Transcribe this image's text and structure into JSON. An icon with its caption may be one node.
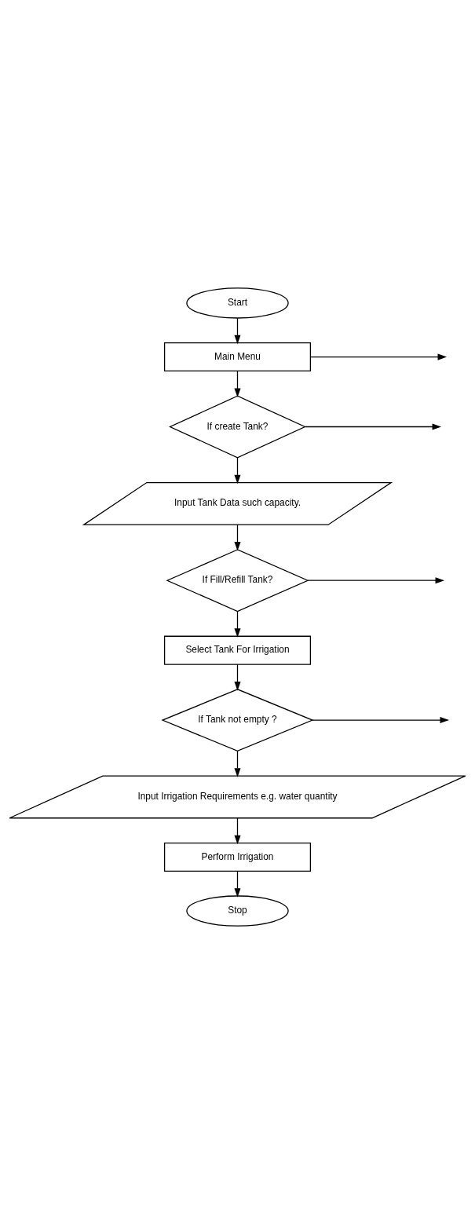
{
  "diagram": {
    "nodes": [
      {
        "text": [
          "Start"
        ]
      },
      {
        "text": [
          "Main Menu"
        ]
      },
      {
        "text": [
          "If create Tank?"
        ]
      },
      {
        "text": [
          "Input Tank Data such capacity."
        ]
      },
      {
        "text": [
          "If Fill/Refill Tank?"
        ]
      },
      {
        "text": [
          "Select Tank For Irrigation"
        ]
      },
      {
        "text": [
          "If Tank not empty ?"
        ]
      },
      {
        "text": [
          "Input Irrigation Requirements e.g. water quantity"
        ]
      },
      {
        "text": [
          "Perform Irrigation"
        ]
      },
      {
        "text": [
          "Stop"
        ]
      }
    ],
    "edges": [
      {
        "from": 0,
        "to": 1,
        "arrow": "to"
      },
      {
        "from": 1,
        "to": 2,
        "arrow": "to"
      },
      {
        "from": 2,
        "to": 3,
        "arrow": "to"
      },
      {
        "from": 3,
        "to": 4,
        "arrow": "to"
      },
      {
        "from": 4,
        "to": 5,
        "arrow": "to"
      },
      {
        "from": 5,
        "to": 6,
        "arrow": "to"
      },
      {
        "from": 6,
        "to": 7,
        "arrow": "to"
      },
      {
        "from": 7,
        "to": 8,
        "arrow": "to"
      },
      {
        "from": 8,
        "to": 9,
        "arrow": "to"
      },
      {
        "from": 1,
        "to": null,
        "arrow": "to"
      },
      {
        "from": 2,
        "to": null,
        "arrow": "to"
      },
      {
        "from": 4,
        "to": null,
        "arrow": "to"
      },
      {
        "from": 6,
        "to": null,
        "arrow": "to"
      }
    ]
  }
}
